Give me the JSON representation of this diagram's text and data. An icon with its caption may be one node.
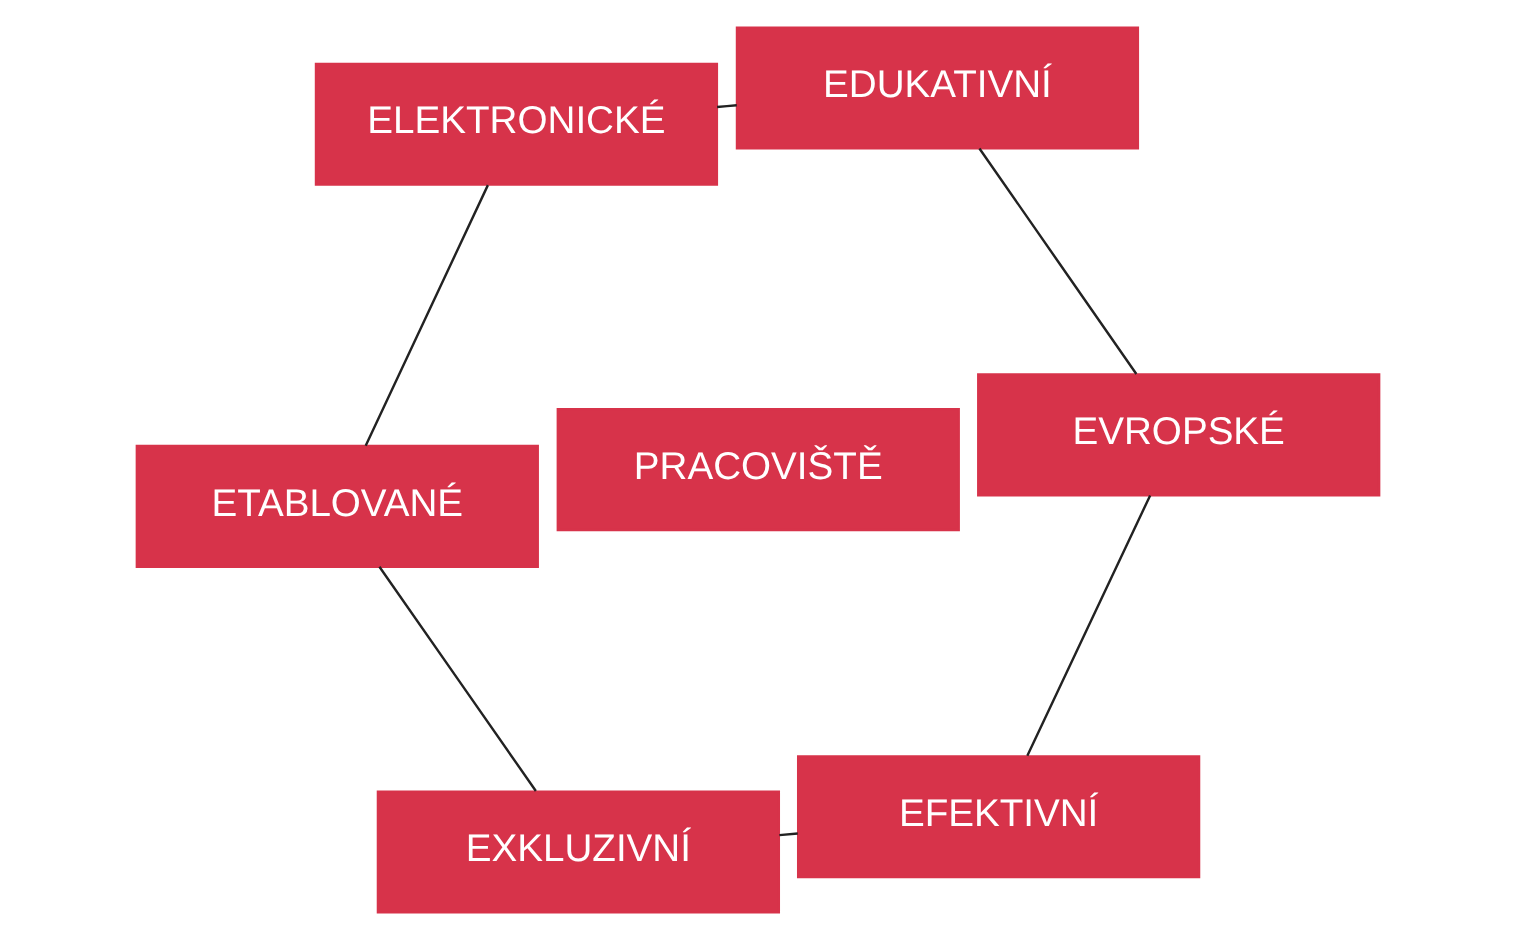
{
  "diagram": {
    "nodes": [
      {
        "text": [
          "EFEKTIVNÍ"
        ]
      },
      {
        "text": [
          "EVROPSKÉ"
        ]
      },
      {
        "text": [
          "EXKLUZIVNÍ"
        ]
      },
      {
        "text": [
          "PRACOVIŠTĚ"
        ]
      },
      {
        "text": [
          "EDUKATIVNÍ"
        ]
      },
      {
        "text": [
          "ETABLOVANÉ"
        ]
      },
      {
        "text": [
          "ELEKTRONICKÉ"
        ]
      }
    ],
    "edges": [
      {
        "from": 0,
        "to": 2,
        "arrow": "none"
      },
      {
        "from": 2,
        "to": 5,
        "arrow": "none"
      },
      {
        "from": 5,
        "to": 6,
        "arrow": "none"
      },
      {
        "from": 6,
        "to": 4,
        "arrow": "none"
      },
      {
        "from": 4,
        "to": 1,
        "arrow": "none"
      },
      {
        "from": 1,
        "to": 0,
        "arrow": "none"
      }
    ]
  }
}
